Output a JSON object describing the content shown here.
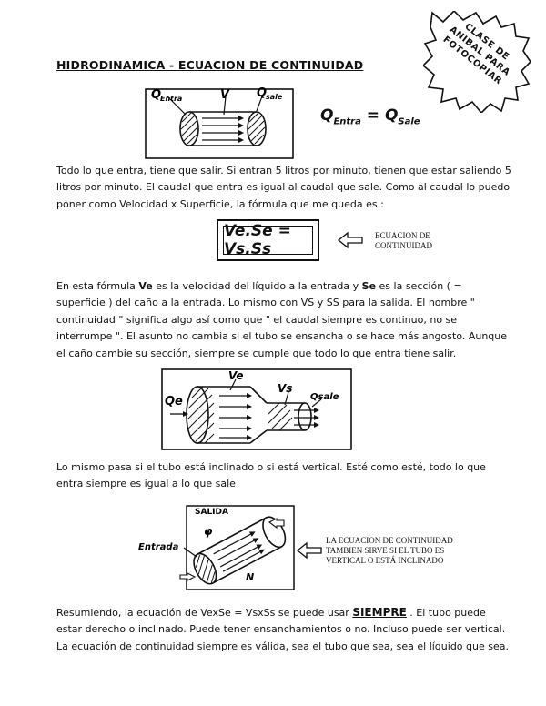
{
  "title": "HIDRODINAMICA - ECUACION DE CONTINUIDAD",
  "stamp": {
    "text": "CLASE DE ANIBAL PARA FOTOCOPIAR"
  },
  "fig1": {
    "q_in": "Q",
    "q_in_sub": "Entra",
    "v": "V",
    "q_out": "Q",
    "q_out_sub": "sale"
  },
  "eq1": {
    "left": "Q",
    "left_sub": "Entra",
    "eq": " = ",
    "right": "Q",
    "right_sub": "Sale"
  },
  "para1": "Todo lo que entra, tiene que salir. Si entran 5 litros por minuto, tienen que estar saliendo 5 litros por minuto. El caudal que entra es igual al caudal que sale. Como al caudal lo puedo poner como Velocidad x Superficie, la fórmula que me queda es :",
  "formula": {
    "text": "Ve.Se = Vs.Ss",
    "v1": "V",
    "s1": "e",
    "dot1": ".",
    "s_1": "S",
    "s1b": "e",
    "eq": " = ",
    "v2": "V",
    "s2": "s",
    "dot2": ".",
    "s_2": "S",
    "s2b": "s"
  },
  "formula_note": "ECUACION DE CONTINUIDAD",
  "para2": {
    "pre": "En esta fórmula ",
    "ve": "Ve",
    "mid1": " es la velocidad del líquido a la entrada y ",
    "se": "Se",
    "mid2": " es la sección ( = superficie ) del caño a la entrada. Lo mismo con VS y SS para la salida. El nombre \" continuidad \" significa algo así como que \" el caudal siempre es continuo, no se interrumpe \". El asunto no cambia si el tubo se ensancha o se hace más angosto. Aunque el caño cambie su sección, siempre se cumple que todo lo que entra tiene salir."
  },
  "fig2": {
    "ve": "Ve",
    "vs": "Vs",
    "qe": "Qe",
    "qsale": "Qsale"
  },
  "para3": "Lo mismo pasa si el tubo está inclinado o si está vertical. Esté como esté, todo lo que entra siempre es igual a lo que sale",
  "fig3": {
    "salida": "SALIDA",
    "entrada": "Entrada",
    "phi": "φ",
    "n": "N"
  },
  "fig3_note": "LA ECUACION DE CONTINUIDAD TAMBIEN SIRVE SI EL TUBO ES VERTICAL O ESTÁ INCLINADO",
  "para4": {
    "pre": "Resumiendo, la ecuación de VexSe = VsxSs se puede usar ",
    "siempre": "SIEMPRE",
    "post": " . El tubo puede estar derecho o inclinado. Puede tener ensanchamientos o no. Incluso puede ser vertical. La ecuación de continuidad siempre es válida, sea el tubo que sea, sea el líquido que sea."
  }
}
